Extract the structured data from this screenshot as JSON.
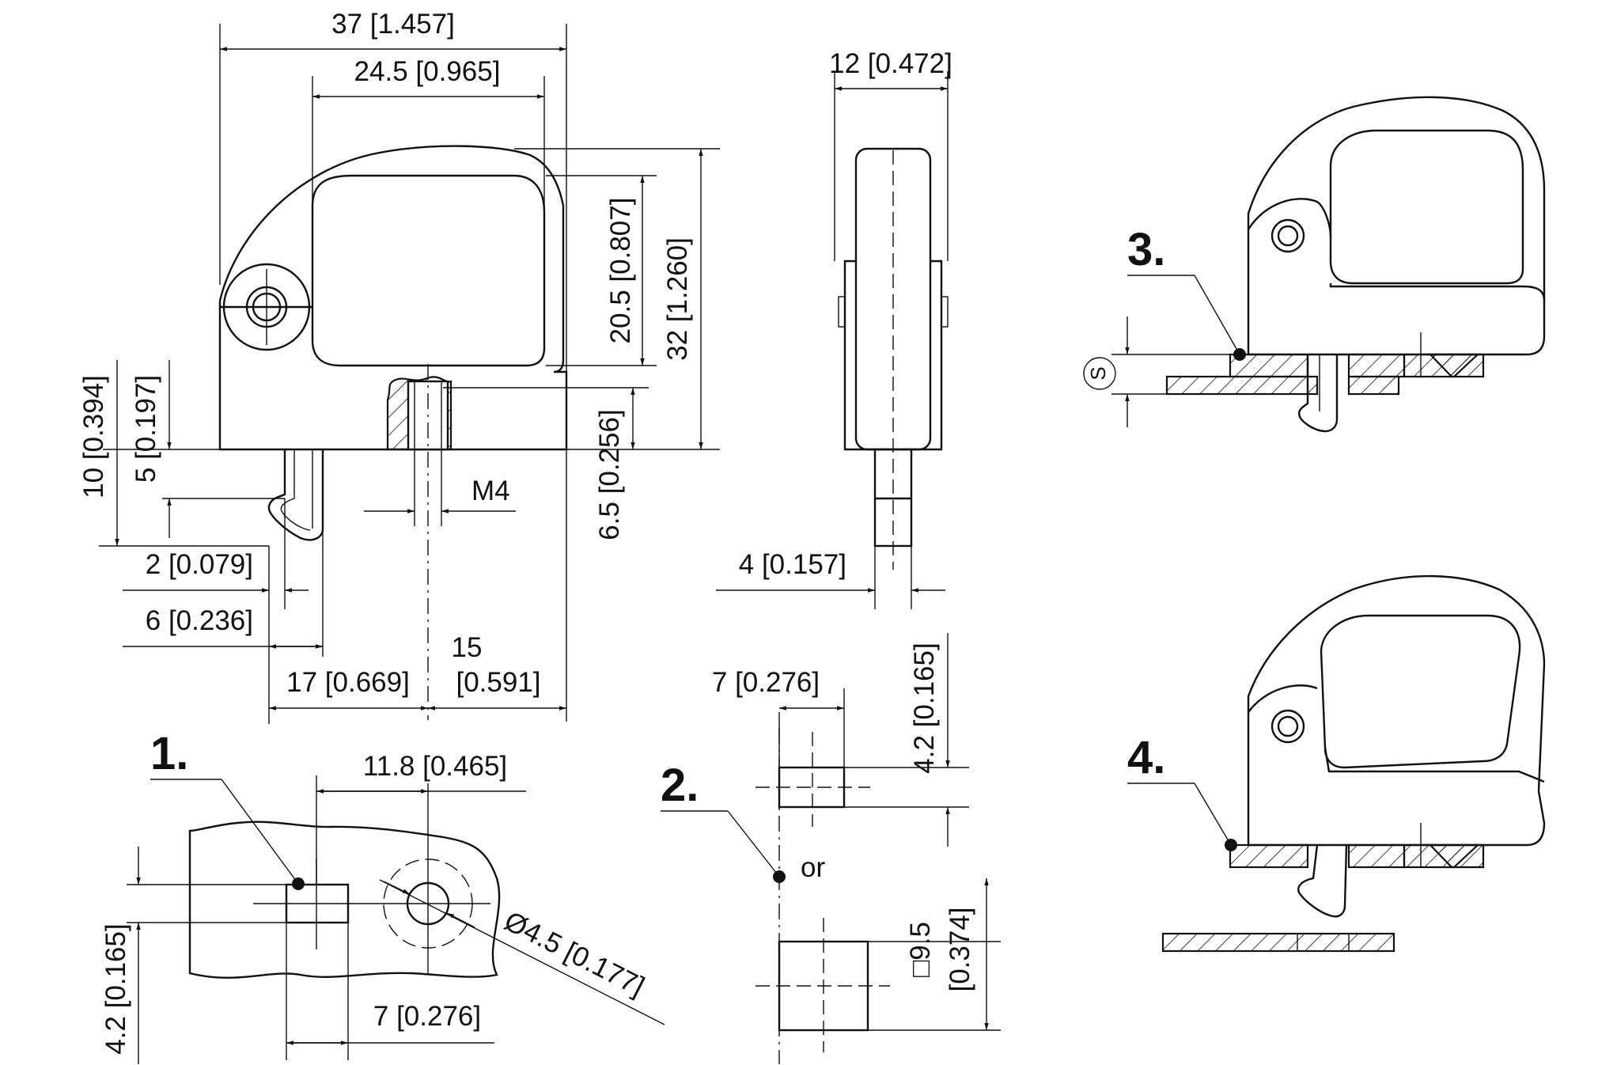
{
  "drawing": {
    "front_view": {
      "dim_width_overall": "37 [1.457]",
      "dim_width_inner": "24.5 [0.965]",
      "dim_height_opening": "20.5 [0.807]",
      "dim_height_overall": "32 [1.260]",
      "dim_thread_depth": "6.5 [0.256]",
      "dim_10": "10 [0.394]",
      "dim_5": "5 [0.197]",
      "thread_label": "M4",
      "dim_2": "2 [0.079]",
      "dim_6": "6 [0.236]",
      "dim_17": "17 [0.669]",
      "dim_15_a": "15",
      "dim_15_b": "[0.591]"
    },
    "side_view": {
      "dim_width": "12 [0.472]",
      "dim_pin": "4 [0.157]"
    },
    "cutout_1": {
      "number": "1.",
      "dim_spacing": "11.8 [0.465]",
      "dim_slot_height": "4.2 [0.165]",
      "dim_slot_width": "7 [0.276]",
      "dim_hole": "Ø4.5 [0.177]"
    },
    "cutout_2": {
      "number": "2.",
      "or_label": "or",
      "dim_slot_width": "7 [0.276]",
      "dim_slot_height": "4.2 [0.165]",
      "dim_square_a": "□9.5",
      "dim_square_b": "[0.374]"
    },
    "install_3": {
      "number": "3.",
      "s_symbol": "S"
    },
    "install_4": {
      "number": "4."
    }
  }
}
